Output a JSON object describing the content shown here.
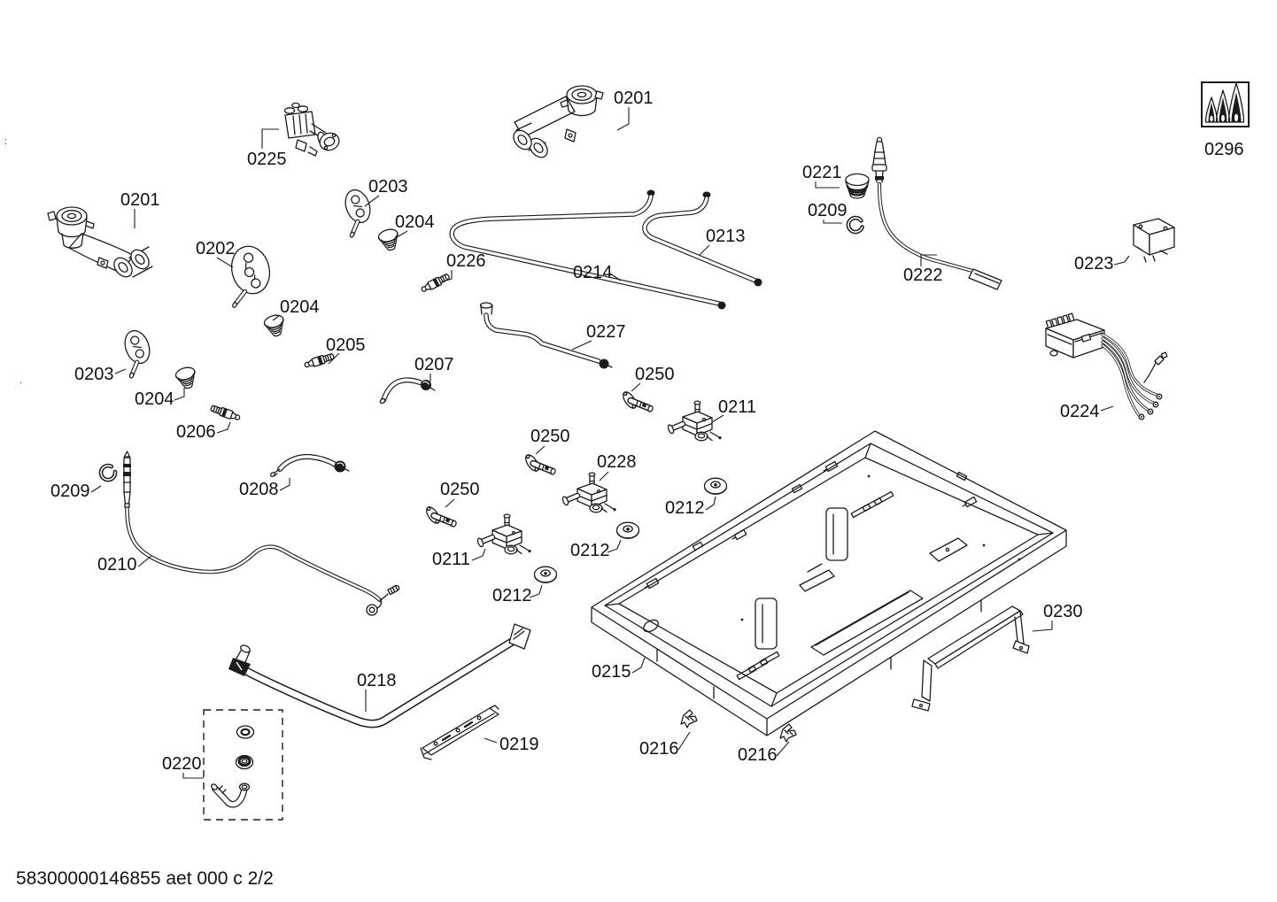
{
  "page": {
    "background": "#ffffff",
    "line_color": "#1c1c1c"
  },
  "footer": {
    "doc_number": "58300000146855 aet 000 c 2/2"
  },
  "artifacts": {
    "edge_colon": ":",
    "edge_dot": "."
  },
  "callouts": [
    {
      "label": "0225"
    },
    {
      "label": "0201"
    },
    {
      "label": "0201"
    },
    {
      "label": "0203"
    },
    {
      "label": "0204"
    },
    {
      "label": "0202"
    },
    {
      "label": "0226"
    },
    {
      "label": "0204"
    },
    {
      "label": "0205"
    },
    {
      "label": "0203"
    },
    {
      "label": "0204"
    },
    {
      "label": "0206"
    },
    {
      "label": "0209"
    },
    {
      "label": "0208"
    },
    {
      "label": "0210"
    },
    {
      "label": "0227"
    },
    {
      "label": "0207"
    },
    {
      "label": "0250"
    },
    {
      "label": "0211"
    },
    {
      "label": "0250"
    },
    {
      "label": "0228"
    },
    {
      "label": "0212"
    },
    {
      "label": "0250"
    },
    {
      "label": "0211"
    },
    {
      "label": "0212"
    },
    {
      "label": "0212"
    },
    {
      "label": "0221"
    },
    {
      "label": "0209"
    },
    {
      "label": "0222"
    },
    {
      "label": "0223"
    },
    {
      "label": "0296"
    },
    {
      "label": "0224"
    },
    {
      "label": "0230"
    },
    {
      "label": "0215"
    },
    {
      "label": "0216"
    },
    {
      "label": "0216"
    },
    {
      "label": "0218"
    },
    {
      "label": "0219"
    },
    {
      "label": "0220"
    },
    {
      "label": "0213"
    },
    {
      "label": "0214"
    }
  ]
}
